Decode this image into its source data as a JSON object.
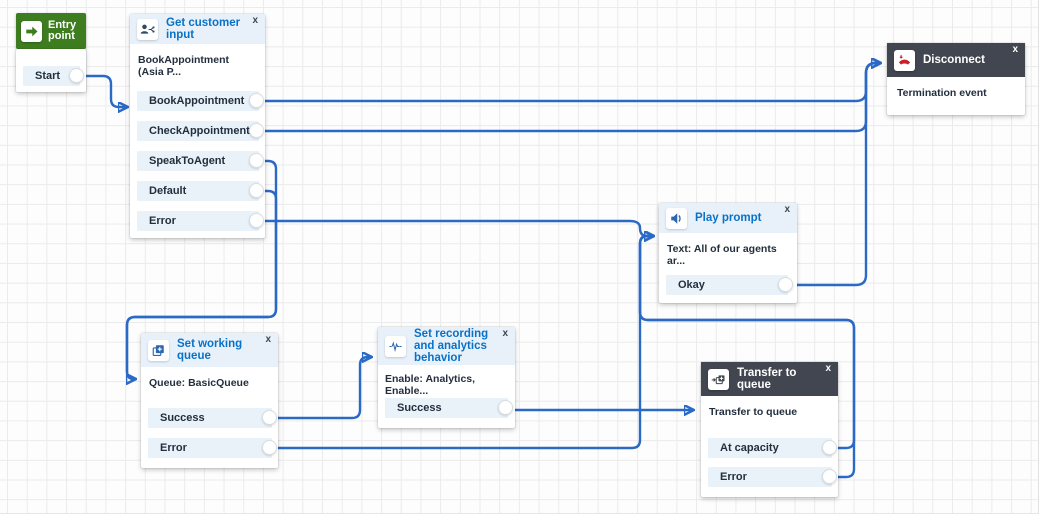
{
  "ui": {
    "close_label": "x"
  },
  "colors": {
    "wire": "#2a69c5",
    "accent_blue": "#0a72c6",
    "header_light": "#e8f1fa",
    "header_dark": "#424650",
    "entry_green": "#3d7d1f",
    "row_bg": "#e9f1f9",
    "error_red": "#c7222c",
    "text_dark": "#232f3e"
  },
  "nodes": [
    {
      "id": "entry-point",
      "title": "Entry point",
      "icon": "entry-arrow-icon",
      "outputs": [
        "Start"
      ]
    },
    {
      "id": "get-customer-input",
      "title": "Get customer input",
      "icon": "customer-input-icon",
      "body": "BookAppointment (Asia P...",
      "outputs": [
        "BookAppointment",
        "CheckAppointment",
        "SpeakToAgent",
        "Default",
        "Error"
      ]
    },
    {
      "id": "disconnect",
      "title": "Disconnect",
      "icon": "hang-up-icon",
      "body": "Termination event",
      "outputs": []
    },
    {
      "id": "play-prompt",
      "title": "Play prompt",
      "icon": "speaker-icon",
      "body": "Text: All of our agents ar...",
      "outputs": [
        "Okay"
      ]
    },
    {
      "id": "set-working-queue",
      "title": "Set working queue",
      "icon": "queue-plus-icon",
      "body": "Queue: BasicQueue",
      "outputs": [
        "Success",
        "Error"
      ]
    },
    {
      "id": "set-recording-analytics",
      "title": "Set recording and analytics behavior",
      "icon": "waveform-icon",
      "body": "Enable: Analytics, Enable...",
      "outputs": [
        "Success"
      ]
    },
    {
      "id": "transfer-to-queue",
      "title": "Transfer to queue",
      "icon": "transfer-queue-icon",
      "body": "Transfer to queue",
      "outputs": [
        "At capacity",
        "Error"
      ]
    }
  ],
  "connections": [
    {
      "from": "Entry point / Start",
      "to": "Get customer input"
    },
    {
      "from": "Get customer input / BookAppointment",
      "to": "Disconnect"
    },
    {
      "from": "Get customer input / CheckAppointment",
      "to": "Disconnect"
    },
    {
      "from": "Play prompt / Okay",
      "to": "Disconnect"
    },
    {
      "from": "Get customer input / SpeakToAgent",
      "to": "Set working queue"
    },
    {
      "from": "Get customer input / Default",
      "to": "Set working queue"
    },
    {
      "from": "Get customer input / Error",
      "to": "Play prompt"
    },
    {
      "from": "Set working queue / Error",
      "to": "Play prompt"
    },
    {
      "from": "Transfer to queue / At capacity",
      "to": "Play prompt"
    },
    {
      "from": "Transfer to queue / Error",
      "to": "Play prompt"
    },
    {
      "from": "Set working queue / Success",
      "to": "Set recording and analytics behavior"
    },
    {
      "from": "Set recording and analytics behavior / Success",
      "to": "Transfer to queue"
    }
  ]
}
